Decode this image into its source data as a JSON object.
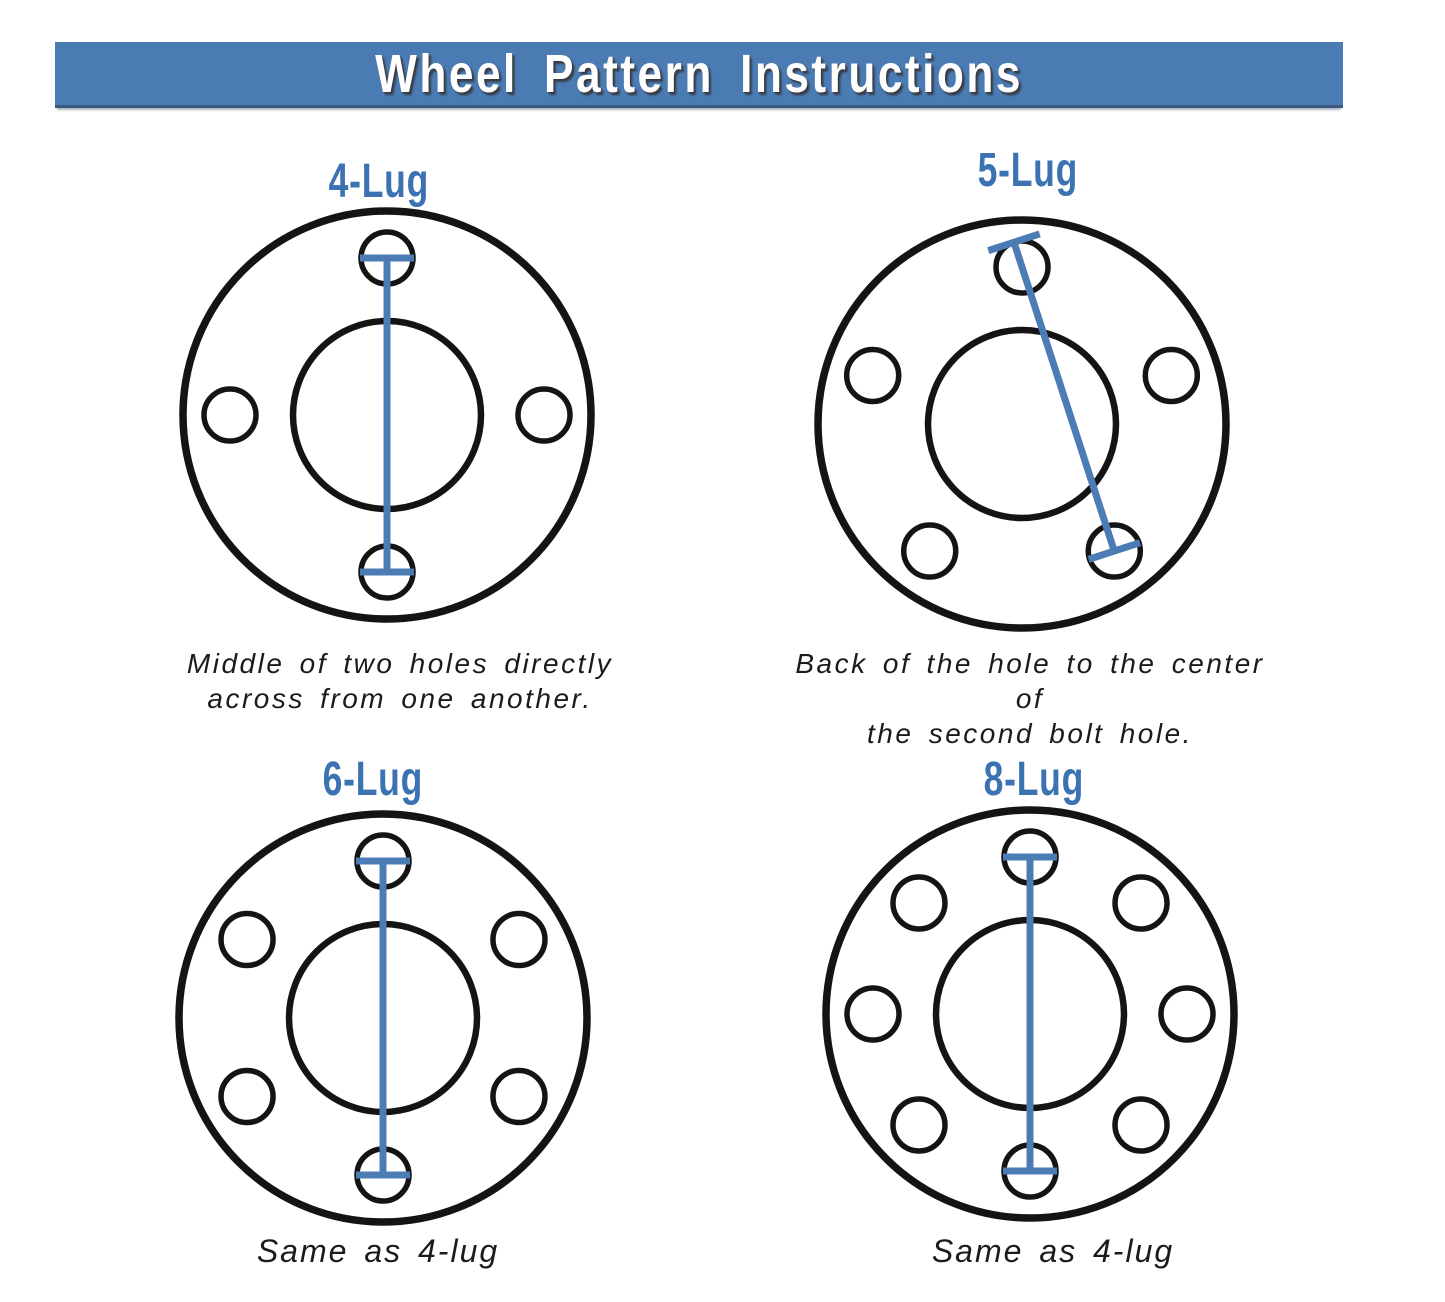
{
  "header": {
    "title": "Wheel Pattern Instructions"
  },
  "colors": {
    "banner_blue": "#4a7bb3",
    "banner_border": "#3a5a80",
    "label_blue": "#3b72b1",
    "line_blue": "#4c7cb4",
    "outline_black": "#141414",
    "caption_black": "#1b1b1b",
    "background": "#ffffff"
  },
  "diagrams": [
    {
      "id": "4-lug",
      "label": "4-Lug",
      "lugs": 4,
      "measure": "center-to-center",
      "caption_lines": [
        "Middle of two holes directly",
        "across from one another."
      ]
    },
    {
      "id": "5-lug",
      "label": "5-Lug",
      "lugs": 5,
      "measure": "back-to-center",
      "caption_lines": [
        "Back of the hole to the center of",
        "the second bolt hole."
      ]
    },
    {
      "id": "6-lug",
      "label": "6-Lug",
      "lugs": 6,
      "measure": "center-to-center",
      "caption_lines": [
        "Same as 4-lug"
      ]
    },
    {
      "id": "8-lug",
      "label": "8-Lug",
      "lugs": 8,
      "measure": "center-to-center",
      "caption_lines": [
        "Same as 4-lug"
      ]
    }
  ]
}
